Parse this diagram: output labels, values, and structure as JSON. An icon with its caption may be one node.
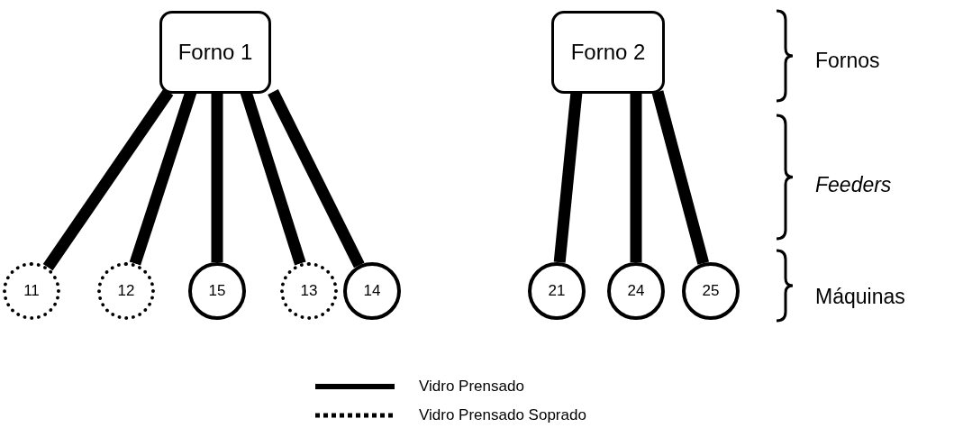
{
  "diagram": {
    "nodes": [
      {
        "text": [
          "Forno 1"
        ]
      },
      {
        "text": [
          "Forno 2"
        ]
      },
      {
        "text": [
          "11"
        ]
      },
      {
        "text": [
          "12"
        ]
      },
      {
        "text": [
          "15"
        ]
      },
      {
        "text": [
          "13"
        ]
      },
      {
        "text": [
          "14"
        ]
      },
      {
        "text": [
          "21"
        ]
      },
      {
        "text": [
          "24"
        ]
      },
      {
        "text": [
          "25"
        ]
      }
    ],
    "edges": [
      {
        "from": 0,
        "to": 2,
        "arrow": "none"
      },
      {
        "from": 0,
        "to": 3,
        "arrow": "none"
      },
      {
        "from": 0,
        "to": 4,
        "arrow": "none"
      },
      {
        "from": 0,
        "to": 5,
        "arrow": "none"
      },
      {
        "from": 0,
        "to": 6,
        "arrow": "none"
      },
      {
        "from": 1,
        "to": 7,
        "arrow": "none"
      },
      {
        "from": 1,
        "to": 8,
        "arrow": "none"
      },
      {
        "from": 1,
        "to": 9,
        "arrow": "none"
      }
    ],
    "labels": [
      "Fornos",
      "Feeders",
      "Máquinas"
    ],
    "legend": [
      {
        "text": "Vidro Prensado"
      },
      {
        "text": "Vidro Prensado Soprado"
      }
    ]
  }
}
